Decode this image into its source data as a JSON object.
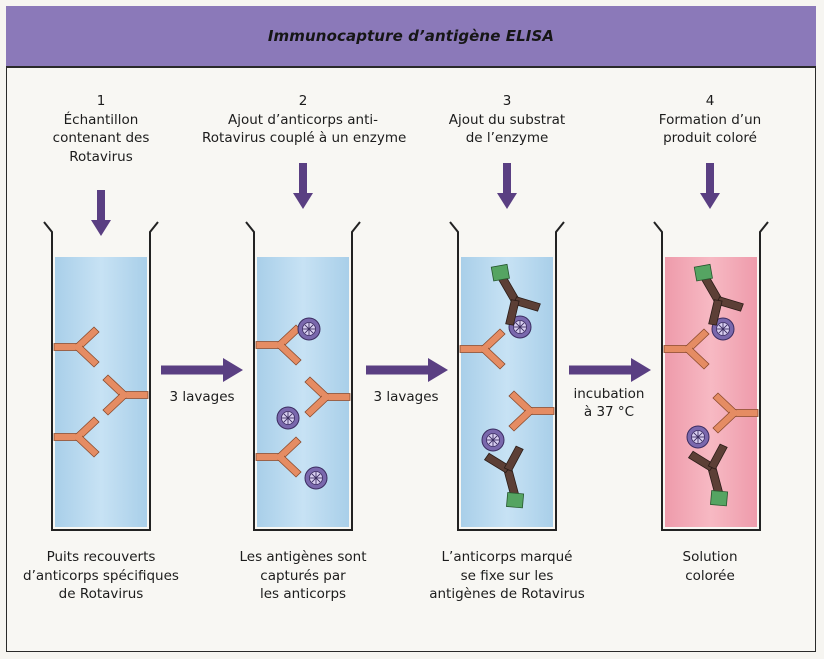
{
  "title": "Immunocapture d’antigène ELISA",
  "steps": [
    {
      "number": "1",
      "text_lines": [
        "Échantillon",
        "contenant des",
        "Rotavirus"
      ],
      "caption_lines": [
        "Puits recouverts",
        "d’anticorps spécifiques",
        "de Rotavirus"
      ]
    },
    {
      "number": "2",
      "text_lines": [
        "Ajout d’anticorps anti-",
        "Rotavirus couplé à un enzyme"
      ],
      "caption_lines": [
        "Les antigènes sont",
        "capturés par",
        "les anticorps"
      ]
    },
    {
      "number": "3",
      "text_lines": [
        "Ajout du substrat",
        "de l’enzyme"
      ],
      "caption_lines": [
        "L’anticorps marqué",
        "se fixe sur les",
        "antigènes de Rotavirus"
      ]
    },
    {
      "number": "4",
      "text_lines": [
        "Formation d’un",
        "produit coloré"
      ],
      "caption_lines": [
        "Solution",
        "colorée"
      ]
    }
  ],
  "transitions": [
    {
      "lines": [
        "3 lavages"
      ]
    },
    {
      "lines": [
        "3 lavages"
      ]
    },
    {
      "lines": [
        "incubation",
        "à 37 °C"
      ]
    }
  ],
  "colors": {
    "title_band": "#8b79b9",
    "arrow": "#5a3f82",
    "well_liquid": "#b8d8ee",
    "well_colored": "#f2a8b4",
    "antibody": "#e58c63",
    "labeled_antibody": "#5c3f36",
    "enzyme": "#55a462",
    "virus": "#7a68ad"
  }
}
